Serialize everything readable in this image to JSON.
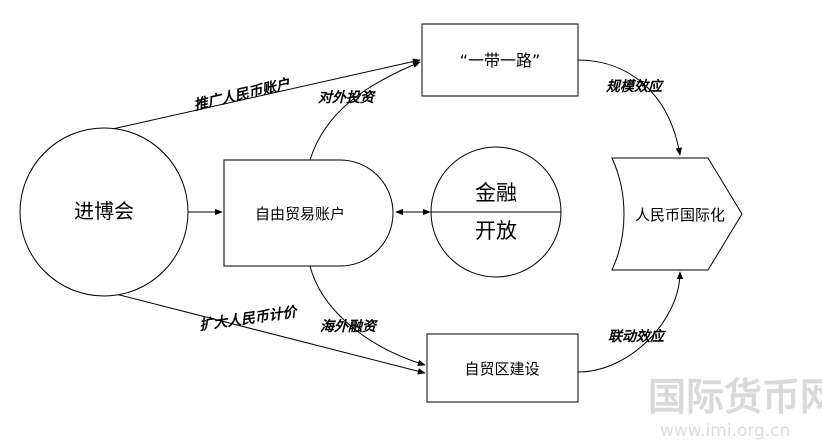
{
  "nodes": {
    "expo": "进博会",
    "ftz_account": "自由贸易账户",
    "finance_open_line1": "金融",
    "finance_open_line2": "开放",
    "belt_road": "“一带一路”",
    "ftz_build": "自贸区建设",
    "rmb_intl": "人民币国际化"
  },
  "edges": {
    "promote_rmb_account": "推广人民币账户",
    "expand_rmb_pricing": "扩大人民币计价",
    "outward_investment": "对外投资",
    "overseas_financing": "海外融资",
    "scale_effect": "规模效应",
    "linkage_effect": "联动效应"
  },
  "watermark": {
    "site_name": "国际货币网",
    "url": "www.imi.org.cn"
  }
}
